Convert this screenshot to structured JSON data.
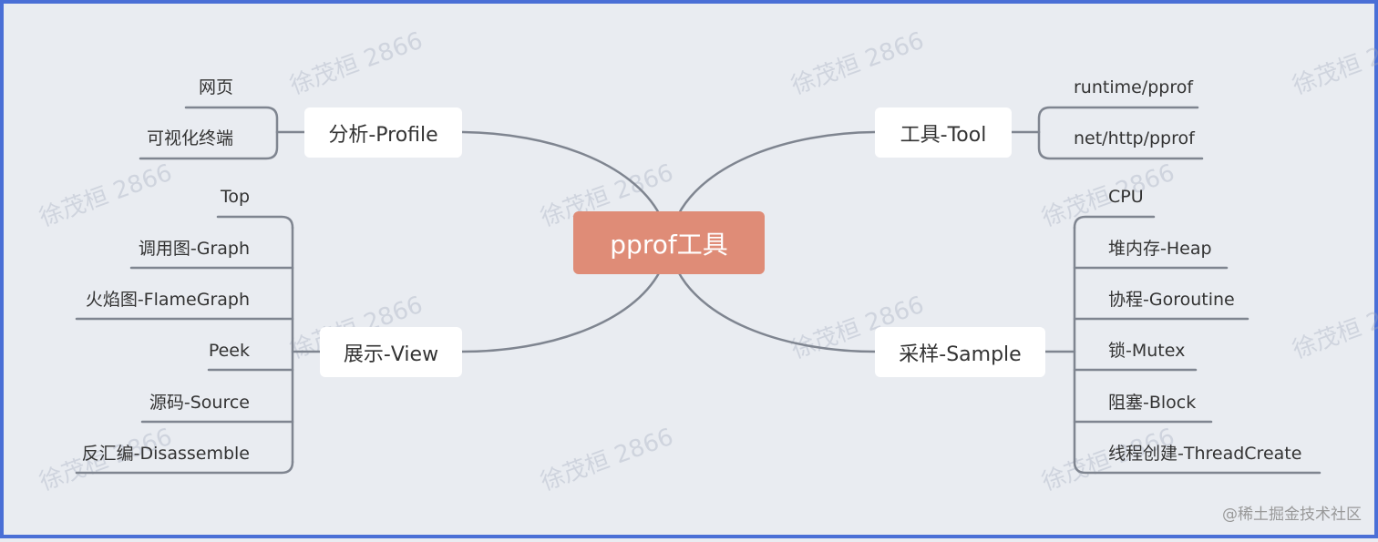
{
  "root": {
    "label": "pprof工具"
  },
  "branches": {
    "profile": {
      "label": "分析-Profile",
      "leaves": [
        "网页",
        "可视化终端"
      ]
    },
    "view": {
      "label": "展示-View",
      "leaves": [
        "Top",
        "调用图-Graph",
        "火焰图-FlameGraph",
        "Peek",
        "源码-Source",
        "反汇编-Disassemble"
      ]
    },
    "tool": {
      "label": "工具-Tool",
      "leaves": [
        "runtime/pprof",
        "net/http/pprof"
      ]
    },
    "sample": {
      "label": "采样-Sample",
      "leaves": [
        "CPU",
        "堆内存-Heap",
        "协程-Goroutine",
        "锁-Mutex",
        "阻塞-Block",
        "线程创建-ThreadCreate"
      ]
    }
  },
  "watermark": "徐茂桓 2866",
  "footer": "@稀土掘金技术社区",
  "colors": {
    "root": "#df8c77",
    "line": "#7f8590",
    "background": "#e9ecf1",
    "border": "#4a6fd6"
  }
}
